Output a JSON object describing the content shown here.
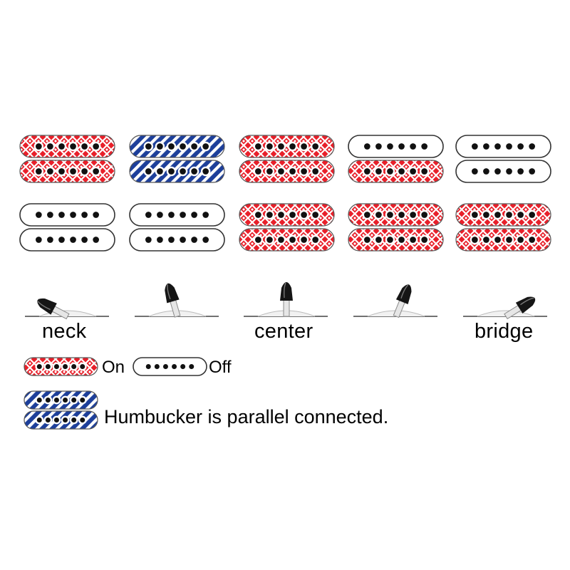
{
  "positions": [
    {
      "label": "neck",
      "lever": "far-left"
    },
    {
      "label": "",
      "lever": "left"
    },
    {
      "label": "center",
      "lever": "center"
    },
    {
      "label": "",
      "lever": "right"
    },
    {
      "label": "bridge",
      "lever": "far-right"
    }
  ],
  "columns": [
    {
      "upper_humbucker": [
        "on",
        "on"
      ],
      "lower_humbucker": [
        "off",
        "off"
      ]
    },
    {
      "upper_humbucker": [
        "parallel",
        "parallel"
      ],
      "lower_humbucker": [
        "off",
        "off"
      ]
    },
    {
      "upper_humbucker": [
        "on",
        "on"
      ],
      "lower_humbucker": [
        "on",
        "on"
      ]
    },
    {
      "upper_humbucker": [
        "off",
        "on"
      ],
      "lower_humbucker": [
        "on",
        "on"
      ]
    },
    {
      "upper_humbucker": [
        "off",
        "off"
      ],
      "lower_humbucker": [
        "on",
        "on"
      ]
    }
  ],
  "legend": {
    "on_label": "On",
    "off_label": "Off",
    "parallel_label": "Humbucker is parallel connected."
  },
  "colors": {
    "on": "#e8202a",
    "parallel": "#1d3f9a",
    "off": "#ffffff",
    "pole": "#111111",
    "outline": "#333333"
  },
  "icons": {
    "coil": "single-coil-icon",
    "switch": "toggle-lever-icon"
  }
}
